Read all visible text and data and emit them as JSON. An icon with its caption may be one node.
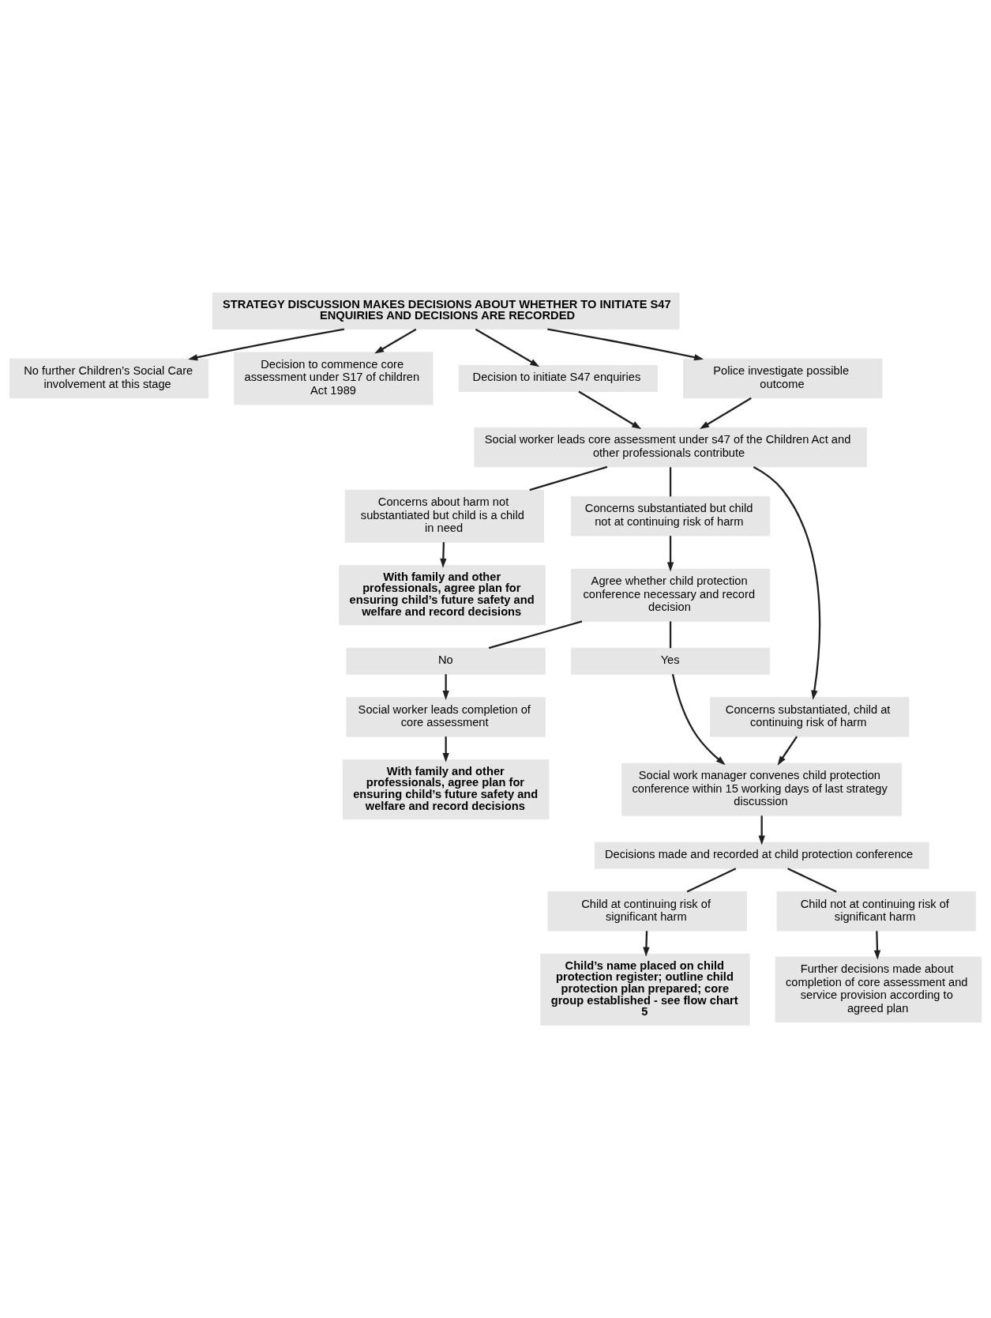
{
  "diagram": {
    "nodes": [
      {
        "text": [
          "STRATEGY DISCUSSION MAKES DECISIONS ABOUT WHETHER TO INITIATE S47 ENQUIRIES AND DECISIONS ARE RECORDED"
        ]
      },
      {
        "text": [
          "No further Children’s Social Care involvement at this stage"
        ]
      },
      {
        "text": [
          "Decision to commence core assessment under S17 of children Act 1989"
        ]
      },
      {
        "text": [
          "Decision to initiate S47 enquiries"
        ]
      },
      {
        "text": [
          "Police investigate possible outcome"
        ]
      },
      {
        "text": [
          "Social worker leads core assessment under s47 of the Children Act and other professionals contribute"
        ]
      },
      {
        "text": [
          "Concerns about harm not substantiated but child is a child in need"
        ]
      },
      {
        "text": [
          "Concerns substantiated but child not at continuing risk of harm"
        ]
      },
      {
        "text": [
          "With family and other professionals, agree plan for ensuring child’s future safety and welfare and record decisions"
        ]
      },
      {
        "text": [
          "Agree whether child protection conference necessary and record decision"
        ]
      },
      {
        "text": [
          "Yes"
        ]
      },
      {
        "text": [
          "No"
        ]
      },
      {
        "text": [
          "Concerns substantiated, child at continuing risk of harm"
        ]
      },
      {
        "text": [
          "Social worker leads completion of core assessment"
        ]
      },
      {
        "text": [
          "Social work manager convenes child protection conference within 15 working days of last strategy discussion"
        ]
      },
      {
        "text": [
          "With family and other professionals, agree plan for ensuring child’s future safety and welfare and record decisions"
        ]
      },
      {
        "text": [
          "Decisions made and recorded at child protection conference"
        ]
      },
      {
        "text": [
          "Child at continuing risk of significant harm"
        ]
      },
      {
        "text": [
          "Child not at continuing risk of significant harm"
        ]
      },
      {
        "text": [
          "Child’s name placed on child protection register; outline child protection plan prepared; core group established - see flow chart 5"
        ]
      },
      {
        "text": [
          "Further decisions made about completion of core assessment and service provision according to agreed plan"
        ]
      }
    ],
    "edges": [
      {
        "from": 0,
        "to": 1,
        "arrow": "to"
      },
      {
        "from": 0,
        "to": 3,
        "arrow": "to"
      },
      {
        "from": 0,
        "to": 4,
        "arrow": "to"
      },
      {
        "from": 0,
        "to": 2,
        "arrow": "to"
      },
      {
        "from": 3,
        "to": 5,
        "arrow": "to"
      },
      {
        "from": 4,
        "to": 5,
        "arrow": "to"
      },
      {
        "from": 5,
        "to": 6,
        "arrow": "none"
      },
      {
        "from": 5,
        "to": 12,
        "arrow": "to"
      },
      {
        "from": 5,
        "to": 7,
        "arrow": "none"
      },
      {
        "from": 6,
        "to": 8,
        "arrow": "to"
      },
      {
        "from": 7,
        "to": 9,
        "arrow": "to"
      },
      {
        "from": 9,
        "to": 10,
        "arrow": "none"
      },
      {
        "from": 9,
        "to": 11,
        "arrow": "none"
      },
      {
        "from": 10,
        "to": 14,
        "arrow": "to"
      },
      {
        "from": 11,
        "to": 13,
        "arrow": "to"
      },
      {
        "from": 12,
        "to": 14,
        "arrow": "to"
      },
      {
        "from": 13,
        "to": 15,
        "arrow": "to"
      },
      {
        "from": 14,
        "to": 16,
        "arrow": "to"
      },
      {
        "from": 16,
        "to": 17,
        "arrow": "none"
      },
      {
        "from": 16,
        "to": 18,
        "arrow": "none"
      },
      {
        "from": 17,
        "to": 19,
        "arrow": "to"
      },
      {
        "from": 18,
        "to": 20,
        "arrow": "to"
      }
    ]
  }
}
